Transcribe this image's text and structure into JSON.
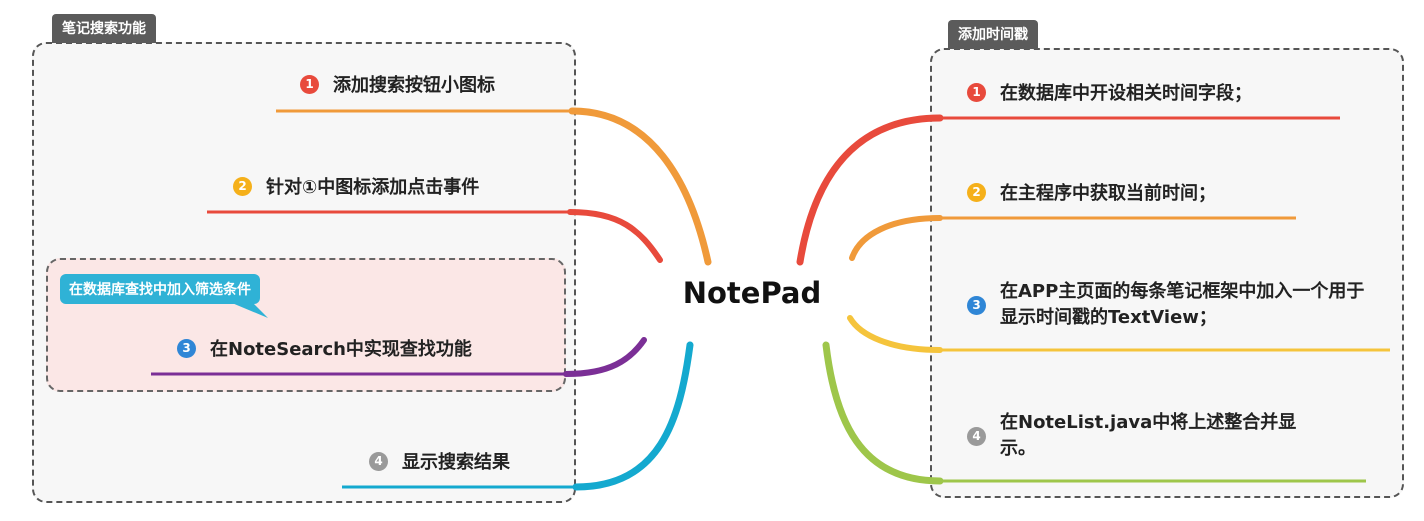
{
  "center": {
    "title": "NotePad"
  },
  "left_group": {
    "tag": "笔记搜索功能",
    "items": [
      {
        "number": "1",
        "text": "添加搜索按钮小图标",
        "color": "#f09a3a",
        "badge_color": "#e84a3c"
      },
      {
        "number": "2",
        "text": "针对①中图标添加点击事件",
        "color": "#e84a3c",
        "badge_color": "#f5b01a"
      },
      {
        "number": "3",
        "text": "在NoteSearch中实现查找功能",
        "color": "#7b2f96",
        "badge_color": "#2f86d6"
      },
      {
        "number": "4",
        "text": "显示搜索结果",
        "color": "#14a9cf",
        "badge_color": "#9a9a9a"
      }
    ],
    "summary_callout": "在数据库查找中加入筛选条件"
  },
  "right_group": {
    "tag": "添加时间戳",
    "items": [
      {
        "number": "1",
        "text": "在数据库中开设相关时间字段；",
        "color": "#e84a3c",
        "badge_color": "#e84a3c"
      },
      {
        "number": "2",
        "text": "在主程序中获取当前时间；",
        "color": "#f09a3a",
        "badge_color": "#f5b01a"
      },
      {
        "number": "3",
        "text": "在APP主页面的每条笔记框架中加入一个用于显示时间戳的TextView；",
        "color": "#f5c43c",
        "badge_color": "#2f86d6"
      },
      {
        "number": "4",
        "text": "在NoteList.java中将上述整合并显示。",
        "color": "#9ec64a",
        "badge_color": "#9a9a9a"
      }
    ]
  }
}
